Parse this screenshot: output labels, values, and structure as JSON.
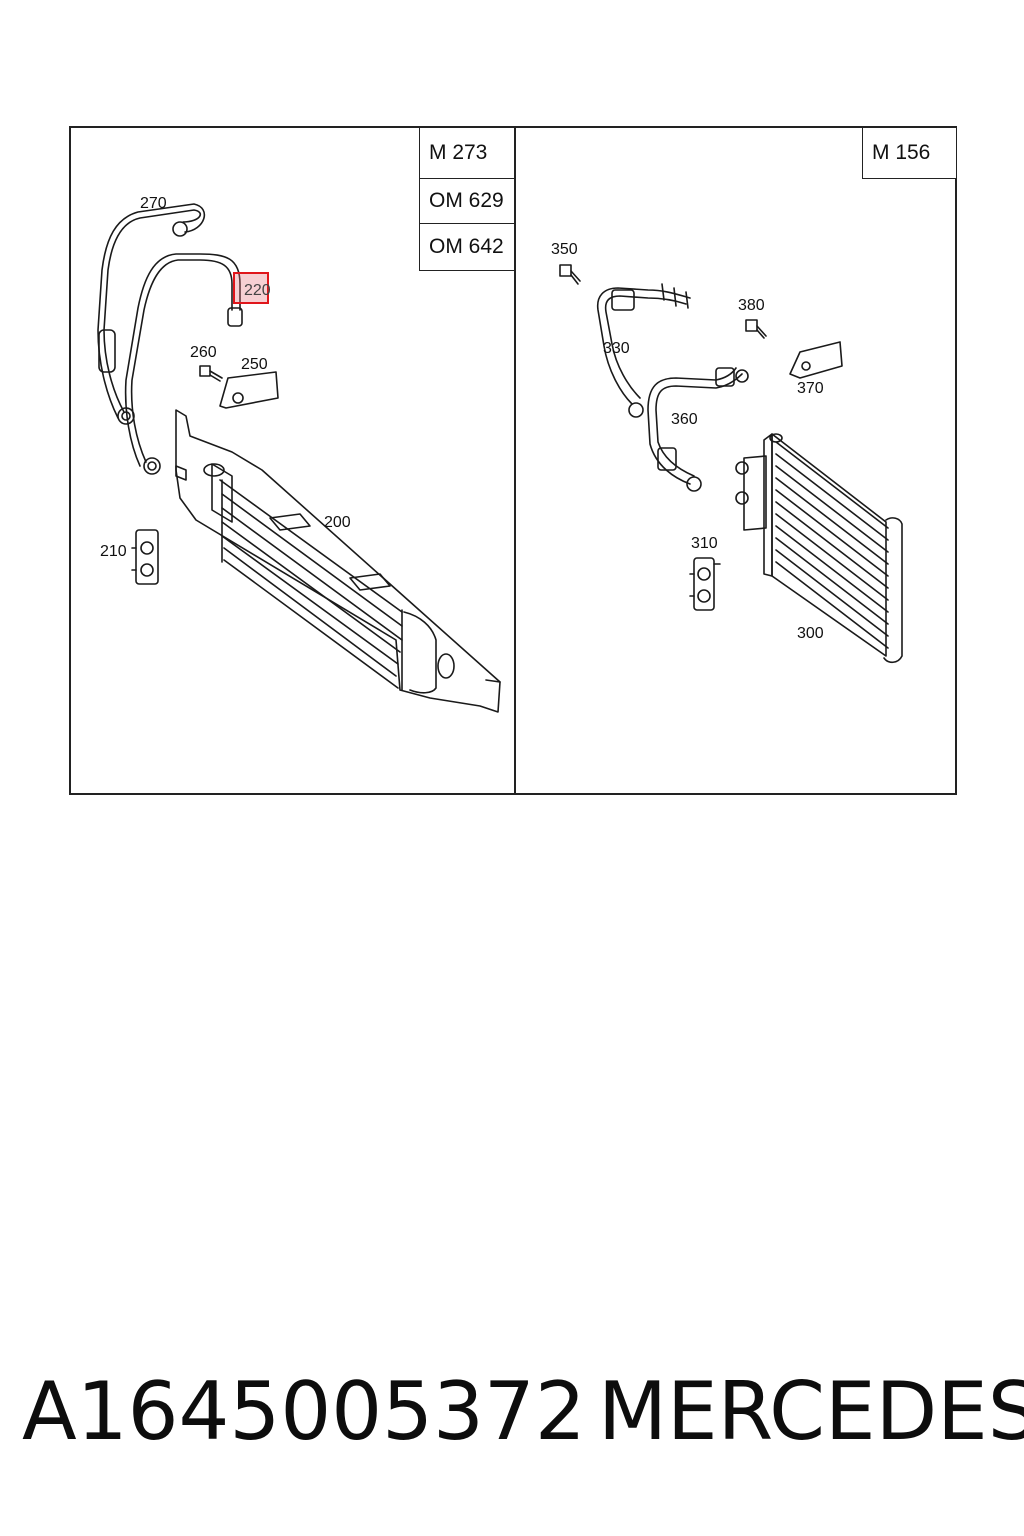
{
  "engine_codes_left": [
    "M 273",
    "OM 629",
    "OM 642"
  ],
  "engine_codes_right": [
    "M 156"
  ],
  "callouts": {
    "c270": "270",
    "c220": "220",
    "c260": "260",
    "c250": "250",
    "c200": "200",
    "c210": "210",
    "c350": "350",
    "c330": "330",
    "c380": "380",
    "c370": "370",
    "c360": "360",
    "c310": "310",
    "c300": "300"
  },
  "highlighted_part": "220",
  "part_number": "A1645005372",
  "brand": "MERCEDES",
  "colors": {
    "highlight_border": "#e0161b",
    "highlight_fill": "#e47882",
    "line": "#1a1a1a"
  }
}
